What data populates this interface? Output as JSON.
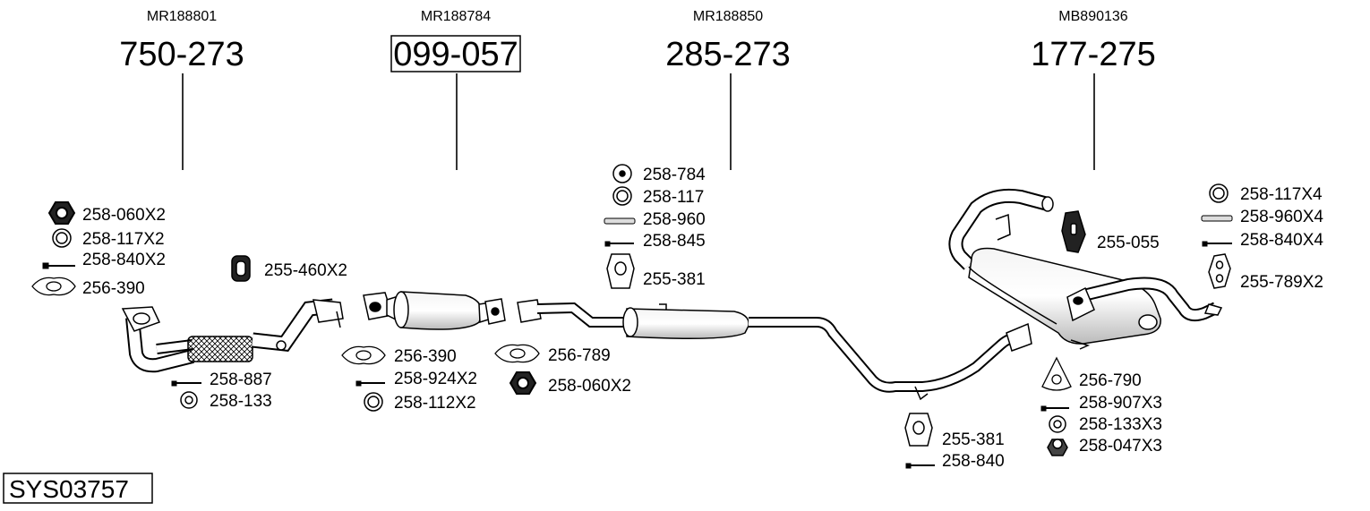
{
  "system_code": "SYS03757",
  "main_parts": [
    {
      "oem": "MR188801",
      "number": "750-273"
    },
    {
      "oem": "MR188784",
      "number": "099-057"
    },
    {
      "oem": "MR188850",
      "number": "285-273"
    },
    {
      "oem": "MB890136",
      "number": "177-275"
    }
  ],
  "labels": {
    "g1": [
      "258-060X2",
      "258-117X2",
      "258-840X2",
      "256-390"
    ],
    "g1_hanger": "255-460X2",
    "g1_bottom": [
      "258-887",
      "258-133"
    ],
    "g2": [
      "256-390",
      "258-924X2",
      "258-112X2"
    ],
    "g3": [
      "256-789",
      "258-060X2"
    ],
    "g4": [
      "258-784",
      "258-117",
      "258-960",
      "258-845",
      "255-381"
    ],
    "g5": [
      "255-381",
      "258-840"
    ],
    "g6": [
      "256-790",
      "258-907X3",
      "258-133X3",
      "258-047X3"
    ],
    "g7_hanger": "255-055",
    "g8": [
      "258-117X4",
      "258-960X4",
      "258-840X4",
      "255-789X2"
    ]
  },
  "icons": [
    "hex-nut-icon",
    "ring-gasket-icon",
    "bolt-icon",
    "flange-gasket-icon",
    "rubber-hanger-icon",
    "sleeve-icon",
    "triangle-gasket-icon",
    "lock-nut-icon"
  ]
}
